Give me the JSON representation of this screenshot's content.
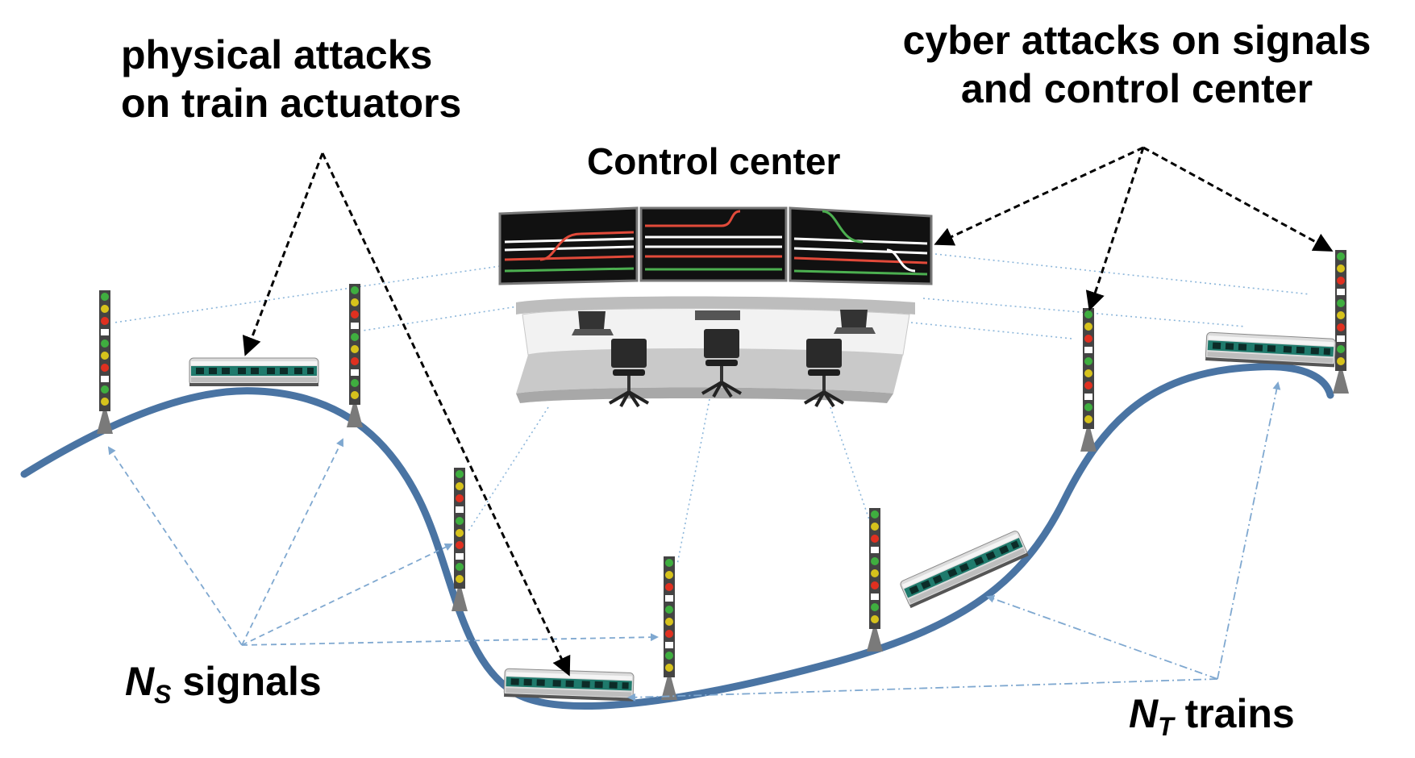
{
  "labels": {
    "physical_line1": "physical attacks",
    "physical_line2": "on train actuators",
    "cyber_line1": "cyber attacks on signals",
    "cyber_line2": "and control center",
    "control_center": "Control center",
    "signals_var": "N",
    "signals_sub": "S",
    "signals_word": "signals",
    "trains_var": "N",
    "trains_sub": "T",
    "trains_word": "trains"
  },
  "colors": {
    "track": "#4a74a3",
    "link": "#8cb6da",
    "attack_arrow": "#000000",
    "signal_red": "#e03020",
    "signal_yellow": "#d6c21c",
    "signal_green": "#3fae3f",
    "train_teal": "#1f7a6c",
    "desk": "#d9d9d9",
    "screen": "#111111"
  },
  "icons": [
    "signal-light-icon",
    "train-icon",
    "control-center-icon",
    "chair-icon",
    "laptop-icon"
  ]
}
